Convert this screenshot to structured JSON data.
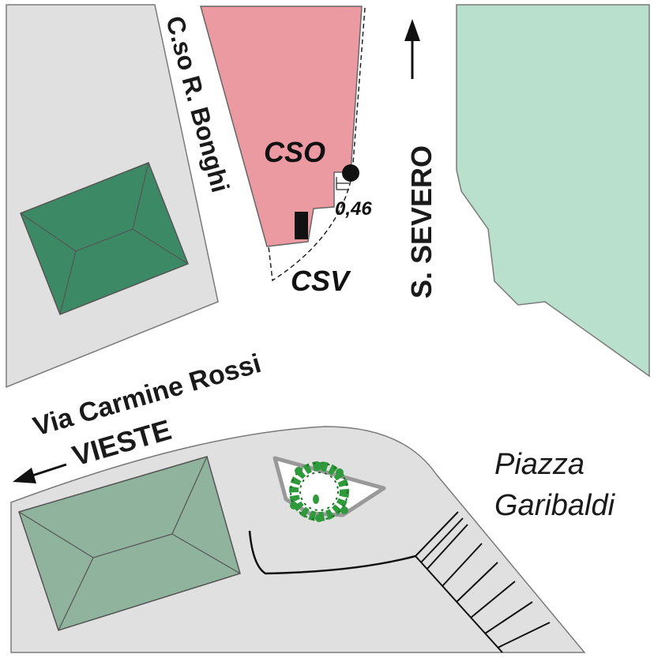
{
  "labels": {
    "corso_bonghi": "C.so R. Bonghi",
    "cso": "CSO",
    "distance": "0,46",
    "csv": "CSV",
    "san_severo": "S. SEVERO",
    "via_carmine_rossi": "Via Carmine Rossi",
    "vieste": "VIESTE",
    "piazza": "Piazza",
    "garibaldi": "Garibaldi"
  },
  "icons": {
    "north_arrow": "arrow-up-icon",
    "west_arrow": "arrow-left-icon",
    "station_point": "filled-circle-icon",
    "shrub": "shrub-icon"
  },
  "colors": {
    "block_gray": "#e0e0e0",
    "block_outline": "#7a7a7a",
    "roof_dark": "#3c8a65",
    "roof_gray_green": "#8fb39d",
    "cso_building": "#ec9aa1",
    "right_block": "#b9e0cc",
    "shrub_green": "#2f9a3b",
    "text": "#1a1a1a"
  }
}
